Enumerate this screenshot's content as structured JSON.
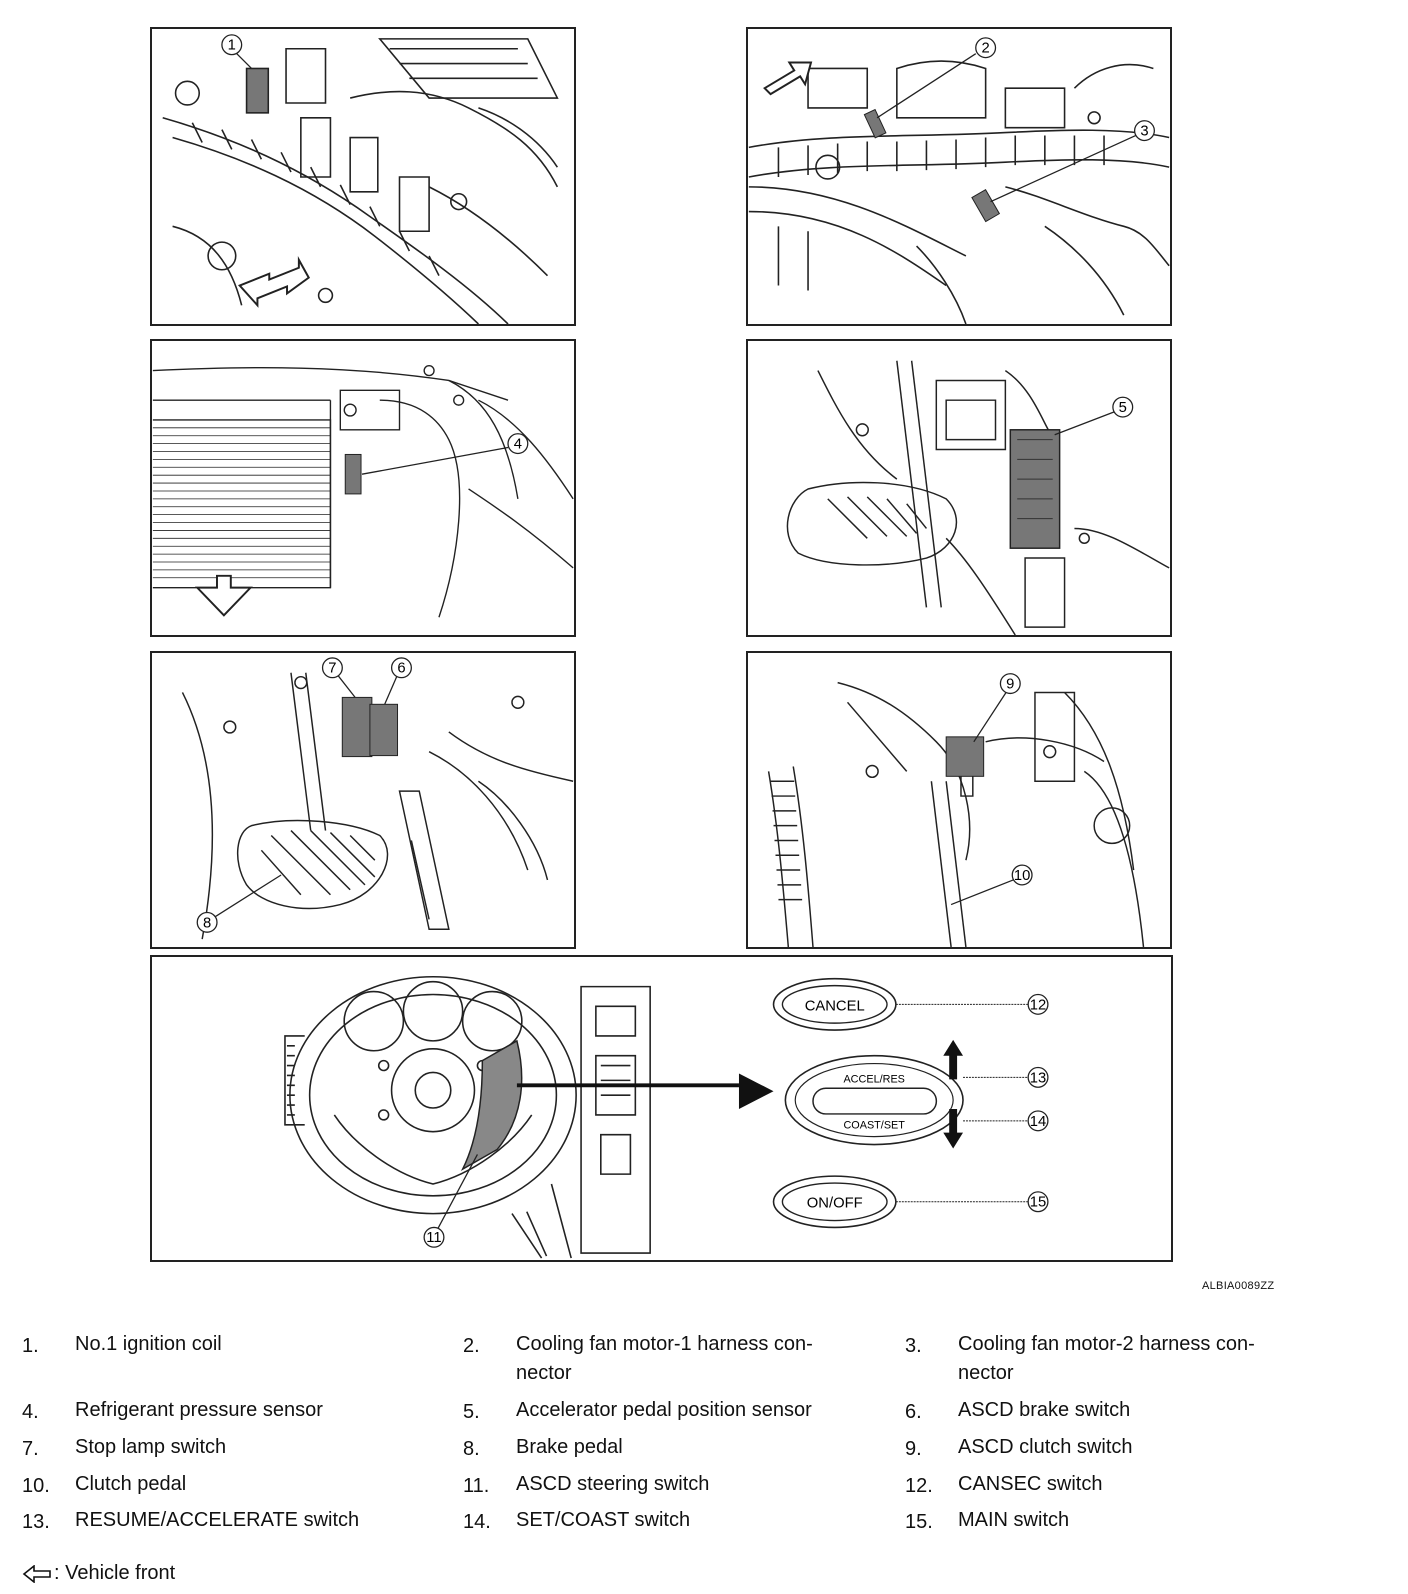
{
  "figure_code": "ALBIA0089ZZ",
  "callouts": [
    "1",
    "2",
    "3",
    "4",
    "5",
    "6",
    "7",
    "8",
    "9",
    "10",
    "11",
    "12",
    "13",
    "14",
    "15"
  ],
  "switch_labels": {
    "cancel": "CANCEL",
    "accel_res": "ACCEL/RES",
    "coast_set": "COAST/SET",
    "on_off": "ON/OFF"
  },
  "legend": [
    {
      "num": "1.",
      "text": "No.1 ignition coil"
    },
    {
      "num": "2.",
      "text": "Cooling fan motor-1 harness con-\nnector"
    },
    {
      "num": "3.",
      "text": "Cooling fan motor-2 harness con-\nnector"
    },
    {
      "num": "4.",
      "text": "Refrigerant pressure sensor"
    },
    {
      "num": "5.",
      "text": "Accelerator pedal position sensor"
    },
    {
      "num": "6.",
      "text": "ASCD brake switch"
    },
    {
      "num": "7.",
      "text": "Stop lamp switch"
    },
    {
      "num": "8.",
      "text": "Brake pedal"
    },
    {
      "num": "9.",
      "text": "ASCD clutch switch"
    },
    {
      "num": "10.",
      "text": "Clutch pedal"
    },
    {
      "num": "11.",
      "text": "ASCD steering switch"
    },
    {
      "num": "12.",
      "text": "CANSEC switch"
    },
    {
      "num": "13.",
      "text": "RESUME/ACCELERATE switch"
    },
    {
      "num": "14.",
      "text": "SET/COAST switch"
    },
    {
      "num": "15.",
      "text": "MAIN switch"
    }
  ],
  "note": {
    "icon": "outline-arrow-left-icon",
    "text": ": Vehicle front"
  }
}
